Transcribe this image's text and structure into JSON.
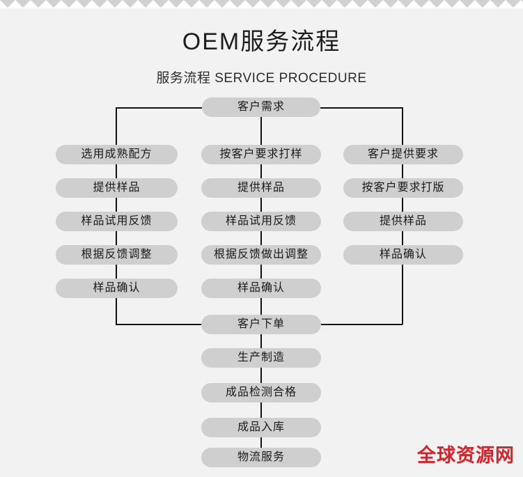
{
  "header": {
    "title": "OEM服务流程",
    "subtitle": "服务流程 SERVICE PROCEDURE"
  },
  "watermark": {
    "text": "全球资源网",
    "color": "#d3242c"
  },
  "colors": {
    "background": "#f2f2f2",
    "node_fill": "#cfcfcf",
    "node_text": "#1a1a1a",
    "connector": "#111111",
    "decor_triangle": "#c9c9c9"
  },
  "chart_data": {
    "type": "diagram",
    "title": "OEM服务流程",
    "subtitle": "服务流程 SERVICE PROCEDURE",
    "start_node": "客户需求",
    "merge_node": "客户下单",
    "branches": [
      {
        "name": "left",
        "steps": [
          "选用成熟配方",
          "提供样品",
          "样品试用反馈",
          "根据反馈调整",
          "样品确认"
        ]
      },
      {
        "name": "center",
        "steps": [
          "按客户要求打样",
          "提供样品",
          "样品试用反馈",
          "根据反馈做出调整",
          "样品确认"
        ]
      },
      {
        "name": "right",
        "steps": [
          "客户提供要求",
          "按客户要求打版",
          "提供样品",
          "样品确认"
        ]
      }
    ],
    "tail_steps": [
      "生产制造",
      "成品检测合格",
      "成品入库",
      "物流服务"
    ]
  },
  "nodes": {
    "start": "客户需求",
    "left": {
      "s1": "选用成熟配方",
      "s2": "提供样品",
      "s3": "样品试用反馈",
      "s4": "根据反馈调整",
      "s5": "样品确认"
    },
    "center": {
      "s1": "按客户要求打样",
      "s2": "提供样品",
      "s3": "样品试用反馈",
      "s4": "根据反馈做出调整",
      "s5": "样品确认"
    },
    "right": {
      "s1": "客户提供要求",
      "s2": "按客户要求打版",
      "s3": "提供样品",
      "s4": "样品确认"
    },
    "merge": "客户下单",
    "tail": {
      "t1": "生产制造",
      "t2": "成品检测合格",
      "t3": "成品入库",
      "t4": "物流服务"
    }
  }
}
